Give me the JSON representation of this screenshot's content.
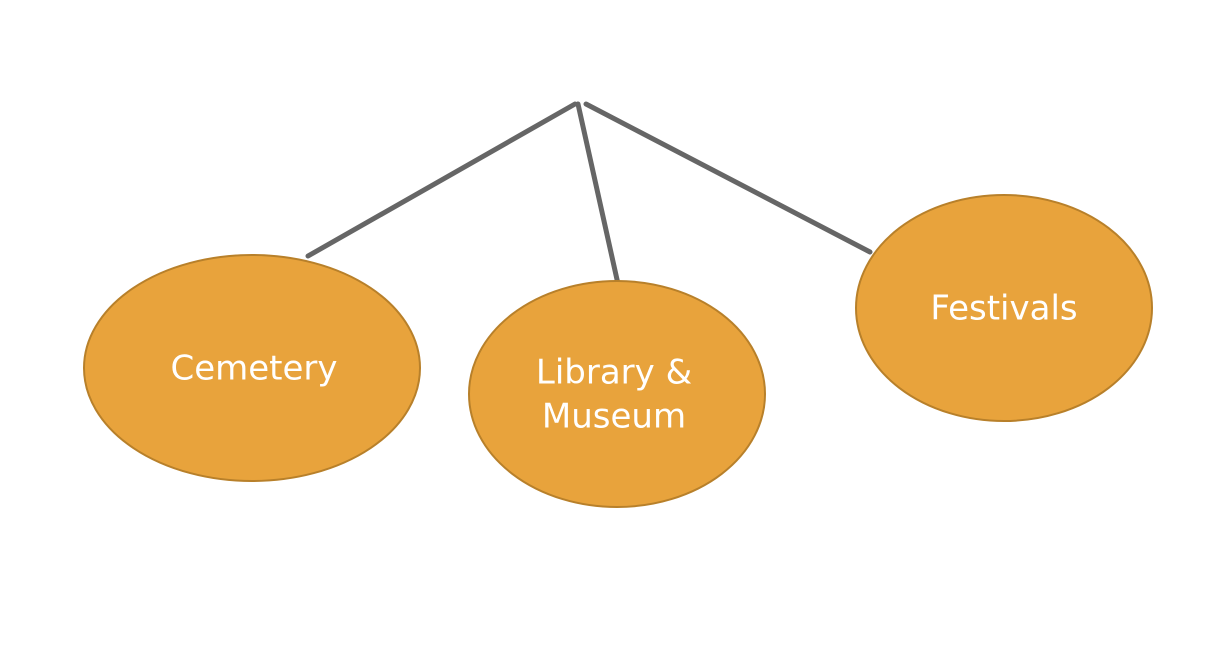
{
  "colors": {
    "node_fill": "#e8a33c",
    "node_stroke": "#b8802a",
    "connector": "#666666",
    "label": "#ffffff"
  },
  "nodes": {
    "cemetery": {
      "line1": "Cemetery"
    },
    "library_museum": {
      "line1": "Library &",
      "line2": "Museum"
    },
    "festivals": {
      "line1": "Festivals"
    }
  }
}
